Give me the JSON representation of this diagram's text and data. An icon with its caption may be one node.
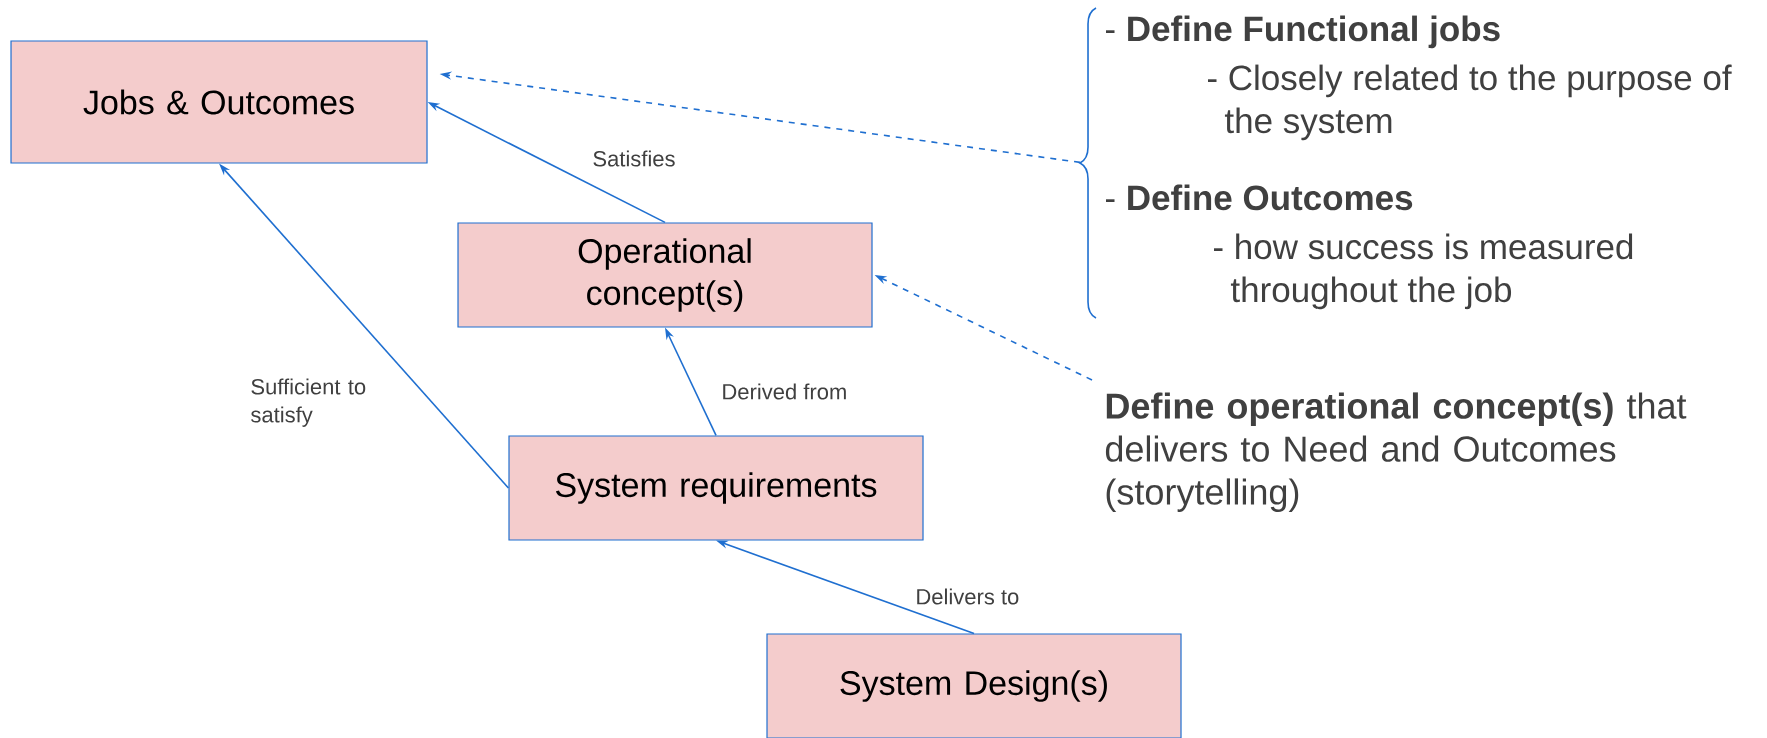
{
  "diagram": {
    "nodes": [
      {
        "text": [
          "Jobs & Outcomes"
        ]
      },
      {
        "text": [
          "Operational concept(s)"
        ]
      },
      {
        "text": [
          "System requirements"
        ]
      },
      {
        "text": [
          "System Design(s)"
        ]
      },
      {
        "text": [
          "- **Define Functional jobs**",
          "- Closely related to the purpose of the system",
          "- **Define Outcomes**",
          "- how success is measured throughout the job"
        ]
      },
      {
        "text": [
          "**Define operational concept(s)** that delivers to Need and Outcomes (storytelling)"
        ]
      }
    ],
    "edges": [
      {
        "from": 1,
        "to": 0,
        "arrow": "to",
        "label": "Satisfies"
      },
      {
        "from": 2,
        "to": 0,
        "arrow": "to",
        "label": "Sufficient to satisfy"
      },
      {
        "from": 2,
        "to": 1,
        "arrow": "to",
        "label": "Derived from"
      },
      {
        "from": 3,
        "to": 2,
        "arrow": "to",
        "label": "Delivers to"
      },
      {
        "from": 4,
        "to": 0,
        "arrow": "to",
        "style": "dashed"
      },
      {
        "from": 5,
        "to": 1,
        "arrow": "to",
        "style": "dashed"
      }
    ]
  }
}
